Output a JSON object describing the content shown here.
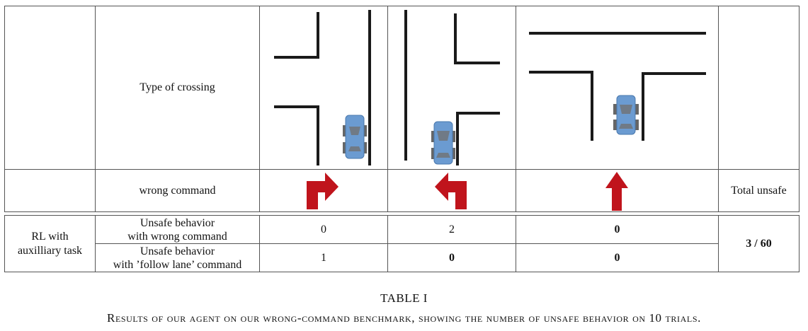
{
  "table": {
    "header": {
      "type_label": "Type of crossing",
      "command_label": "wrong command",
      "total_label": "Total unsafe"
    },
    "crossings": [
      {
        "icon": "right-turn-arrow-icon",
        "scene": "crossing-right-turn-scene"
      },
      {
        "icon": "left-turn-arrow-icon",
        "scene": "crossing-left-turn-scene"
      },
      {
        "icon": "straight-arrow-icon",
        "scene": "t-junction-scene"
      }
    ],
    "method_label": "RL with\nauxilliary task",
    "rows": [
      {
        "label": "Unsafe behavior\nwith wrong command",
        "values": [
          "0",
          "2",
          "0"
        ],
        "bold": [
          false,
          false,
          true
        ]
      },
      {
        "label": "Unsafe behavior\nwith ’follow lane’ command",
        "values": [
          "1",
          "0",
          "0"
        ],
        "bold": [
          false,
          true,
          true
        ]
      }
    ],
    "total": "3 / 60"
  },
  "caption": {
    "title": "TABLE I",
    "text": "Results of our agent on our wrong-command benchmark, showing the number of unsafe behavior on 10 trials."
  },
  "colors": {
    "arrow": "#c0141c",
    "car_body": "#6b9bd1",
    "road_line": "#1a1a1a",
    "table_border": "#555555"
  }
}
